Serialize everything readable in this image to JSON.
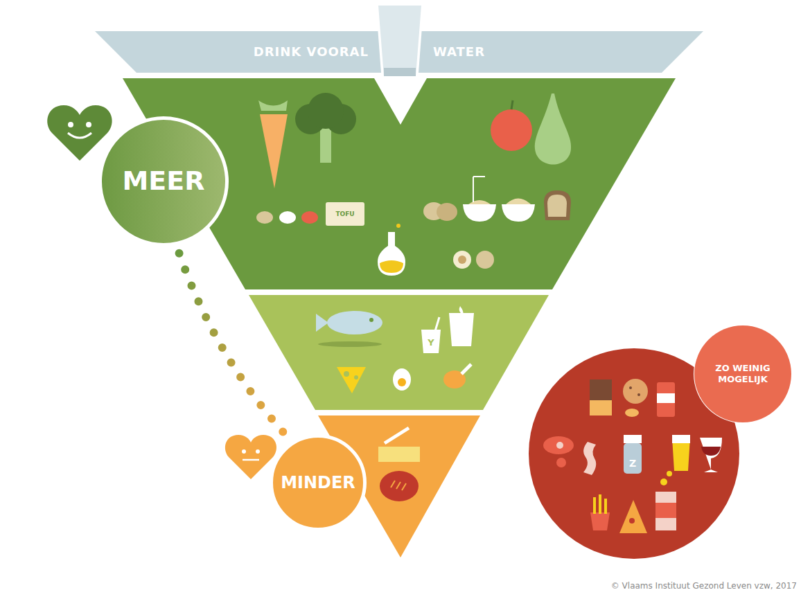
{
  "diagram": {
    "nodes": [
      {
        "text": [
          "DRINK VOORAL",
          "WATER"
        ]
      },
      {
        "text": [
          "MEER"
        ]
      },
      {
        "text": [
          "MINDER"
        ]
      },
      {
        "text": [
          "ZO WEINIG MOGELIJK"
        ]
      }
    ],
    "edges": [
      {
        "from": 1,
        "to": 2,
        "arrow": "none"
      }
    ],
    "labels": [
      "TOFU",
      "Y",
      "Z",
      "© Vlaams Instituut Gezond Leven vzw, 2017"
    ]
  }
}
